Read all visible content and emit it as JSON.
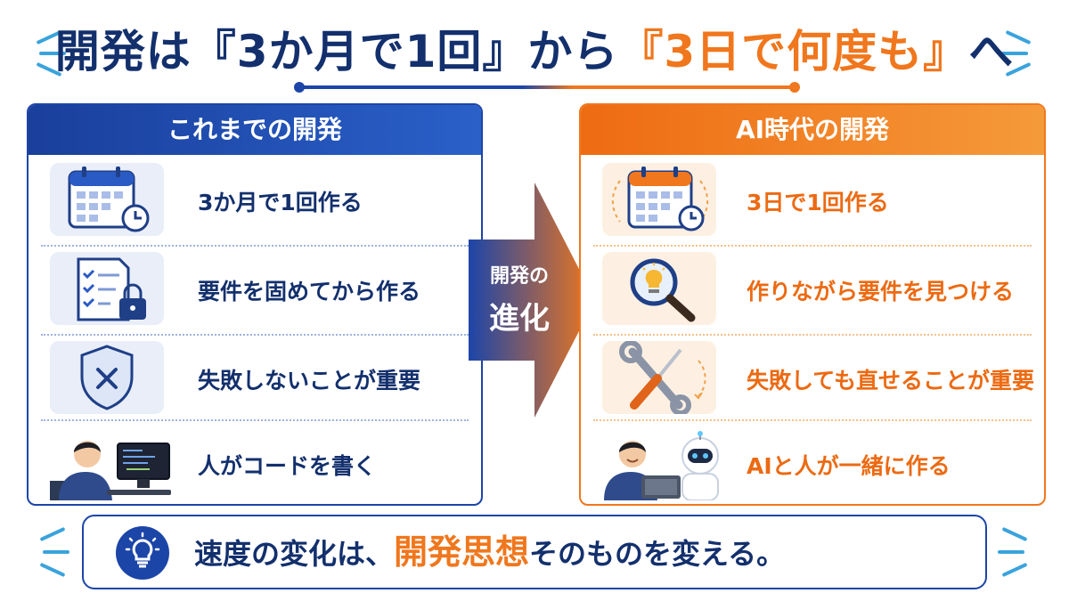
{
  "title": {
    "part1": "開発は『3か月で1回』から",
    "part2": "『3日で何度も』",
    "part3": "へ"
  },
  "left_panel": {
    "header": "これまでの開発",
    "rows": [
      {
        "text": "3か月で1回作る",
        "icon": "calendar-clock-icon"
      },
      {
        "text": "要件を固めてから作る",
        "icon": "checklist-lock-icon"
      },
      {
        "text": "失敗しないことが重要",
        "icon": "shield-x-icon"
      },
      {
        "text": "人がコードを書く",
        "icon": "developer-at-computer-icon"
      }
    ]
  },
  "center_arrow": {
    "line1": "開発の",
    "line2": "進化"
  },
  "right_panel": {
    "header": "AI時代の開発",
    "rows": [
      {
        "text": "3日で1回作る",
        "icon": "calendar-clock-cycle-icon"
      },
      {
        "text": "作りながら要件を見つける",
        "icon": "magnifier-lightbulb-icon"
      },
      {
        "text": "失敗しても直せることが重要",
        "icon": "wrench-screwdriver-icon"
      },
      {
        "text": "AIと人が一緒に作る",
        "icon": "developer-with-robot-icon"
      }
    ]
  },
  "bottom_banner": {
    "text_before": "速度の変化は、",
    "highlight": "開発思想",
    "text_after": "そのものを変える。",
    "icon": "lightbulb-icon"
  },
  "colors": {
    "navy": "#13306d",
    "blue": "#1c45a8",
    "orange": "#f0771d",
    "accent_sky": "#3aa3dc"
  }
}
